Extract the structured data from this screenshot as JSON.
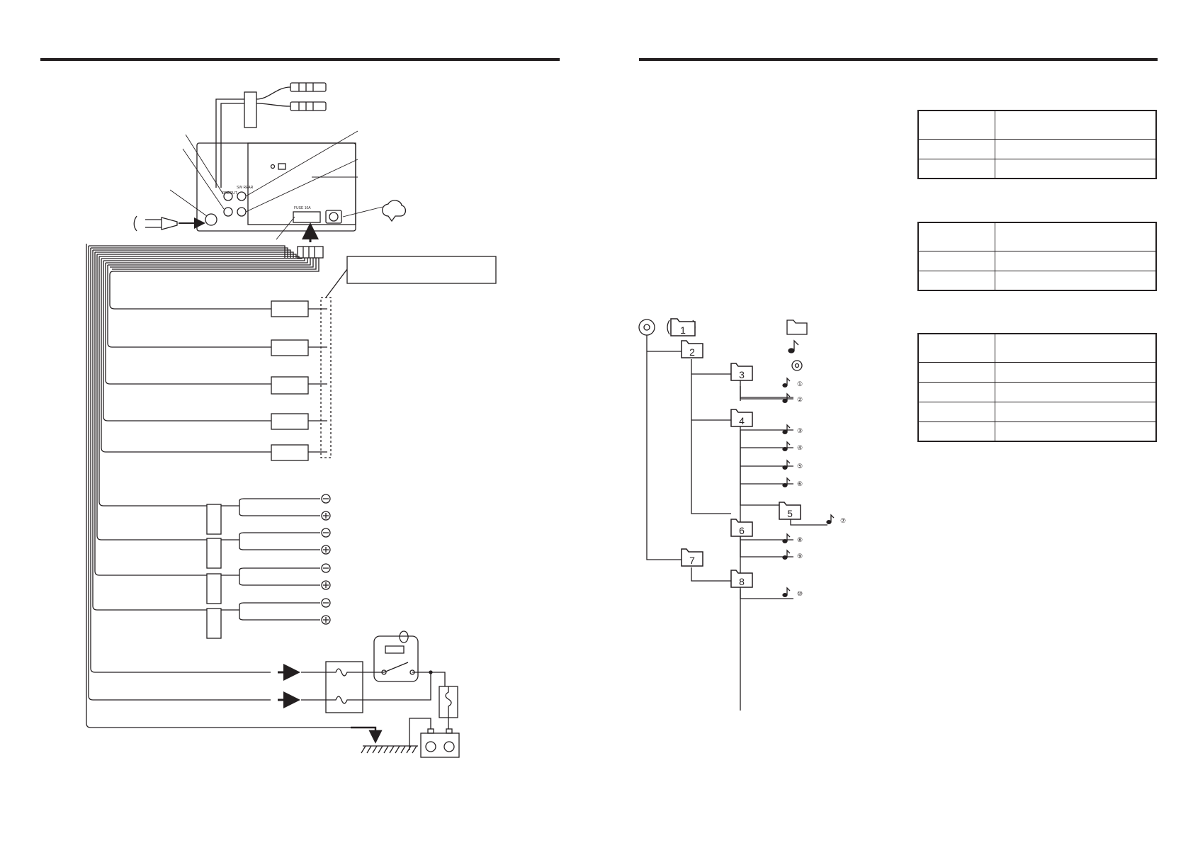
{
  "unit_labels": {
    "preout": "PREOUT",
    "sw_rear": "SW\nREAR",
    "fuse": "FUSE 10A"
  },
  "folder_tree": {
    "folders": [
      "1",
      "2",
      "3",
      "4",
      "5",
      "6",
      "7",
      "8"
    ],
    "tracks": [
      "①",
      "②",
      "③",
      "④",
      "⑤",
      "⑥",
      "⑦",
      "⑧",
      "⑨",
      "⑩"
    ]
  },
  "tables": [
    {
      "rows": [
        [
          "",
          ""
        ],
        [
          "",
          ""
        ],
        [
          "",
          ""
        ]
      ]
    },
    {
      "rows": [
        [
          "",
          ""
        ],
        [
          "",
          ""
        ],
        [
          "",
          ""
        ]
      ]
    },
    {
      "rows": [
        [
          "",
          ""
        ],
        [
          "",
          ""
        ],
        [
          "",
          ""
        ],
        [
          "",
          ""
        ],
        [
          "",
          ""
        ]
      ]
    }
  ],
  "colors": {
    "ink": "#231f20"
  }
}
